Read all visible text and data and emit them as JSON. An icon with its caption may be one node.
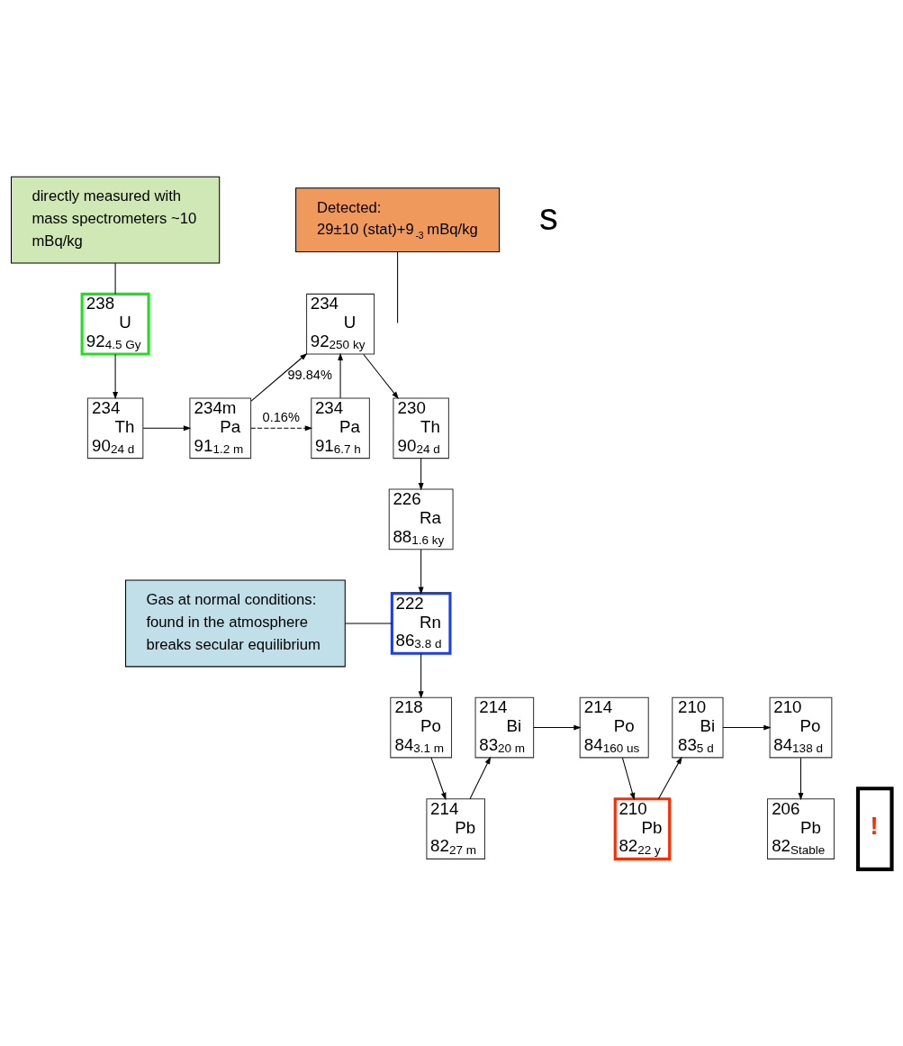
{
  "diagram": {
    "nodes": [
      {
        "text": [
          "directly measured with mass spectrometers ~10 mBq/kg"
        ]
      },
      {
        "text": [
          "238",
          "U",
          "92",
          "4.5 Gy"
        ]
      },
      {
        "text": [
          "234",
          "U",
          "92",
          "250 ky"
        ]
      },
      {
        "text": [
          "234m",
          "Pa",
          "91",
          "1.2 m"
        ]
      },
      {
        "text": [
          "234",
          "Pa",
          "91",
          "6.7 h"
        ]
      },
      {
        "text": [
          "234",
          "Th",
          "90",
          "24 d"
        ]
      },
      {
        "text": [
          "230",
          "Th",
          "90",
          "24 d"
        ]
      },
      {
        "text": [
          "226",
          "Ra",
          "88",
          "1.6 ky"
        ]
      },
      {
        "text": [
          "Gas at normal conditions: found in the atmosphere breaks secular equilibrium"
        ]
      },
      {
        "text": [
          "222",
          "Rn",
          "86",
          "3.8 d"
        ]
      },
      {
        "text": [
          "218",
          "Po",
          "84",
          "3.1 m"
        ]
      },
      {
        "text": [
          "214",
          "Po",
          "84",
          "160 us"
        ]
      },
      {
        "text": [
          "210",
          "Po",
          "84",
          "138 d"
        ]
      },
      {
        "text": [
          "214",
          "Bi",
          "83",
          "20 m"
        ]
      },
      {
        "text": [
          "210",
          "Bi",
          "83",
          "5 d"
        ]
      },
      {
        "text": [
          "214",
          "Pb",
          "82",
          "27 m"
        ]
      },
      {
        "text": [
          "210",
          "Pb",
          "82",
          "22 y"
        ]
      },
      {
        "text": [
          "206",
          "Pb",
          "82",
          "Stable"
        ]
      },
      {
        "text": [
          "!"
        ]
      },
      {
        "text": [
          "Detected:",
          "29±10 (stat)+9$_{-3}$ mBq/kg"
        ]
      }
    ],
    "edges": [
      {
        "from": 1,
        "to": 5,
        "arrow": "to"
      },
      {
        "from": 5,
        "to": 3,
        "arrow": "to"
      },
      {
        "from": 3,
        "to": 2,
        "arrow": "to",
        "label": "99.84%"
      },
      {
        "from": 3,
        "to": 4,
        "arrow": "to",
        "label": "0.16%",
        "style": "dashed"
      },
      {
        "from": 4,
        "to": 2,
        "arrow": "to"
      },
      {
        "from": 2,
        "to": 6,
        "arrow": "to"
      },
      {
        "from": 6,
        "to": 7,
        "arrow": "to"
      },
      {
        "from": 7,
        "to": 9,
        "arrow": "to"
      },
      {
        "from": 9,
        "to": 10,
        "arrow": "to"
      },
      {
        "from": 10,
        "to": 15,
        "arrow": "to"
      },
      {
        "from": 15,
        "to": 13,
        "arrow": "to"
      },
      {
        "from": 13,
        "to": 11,
        "arrow": "to"
      },
      {
        "from": 11,
        "to": 16,
        "arrow": "to"
      },
      {
        "from": 16,
        "to": 14,
        "arrow": "to"
      },
      {
        "from": 14,
        "to": 12,
        "arrow": "to"
      },
      {
        "from": 12,
        "to": 17,
        "arrow": "to"
      },
      {
        "from": 0,
        "to": 1,
        "arrow": "none"
      },
      {
        "from": 8,
        "to": 9,
        "arrow": "none"
      },
      {
        "from": 19,
        "to": null,
        "arrow": "none"
      }
    ],
    "labels": [
      "s"
    ]
  }
}
